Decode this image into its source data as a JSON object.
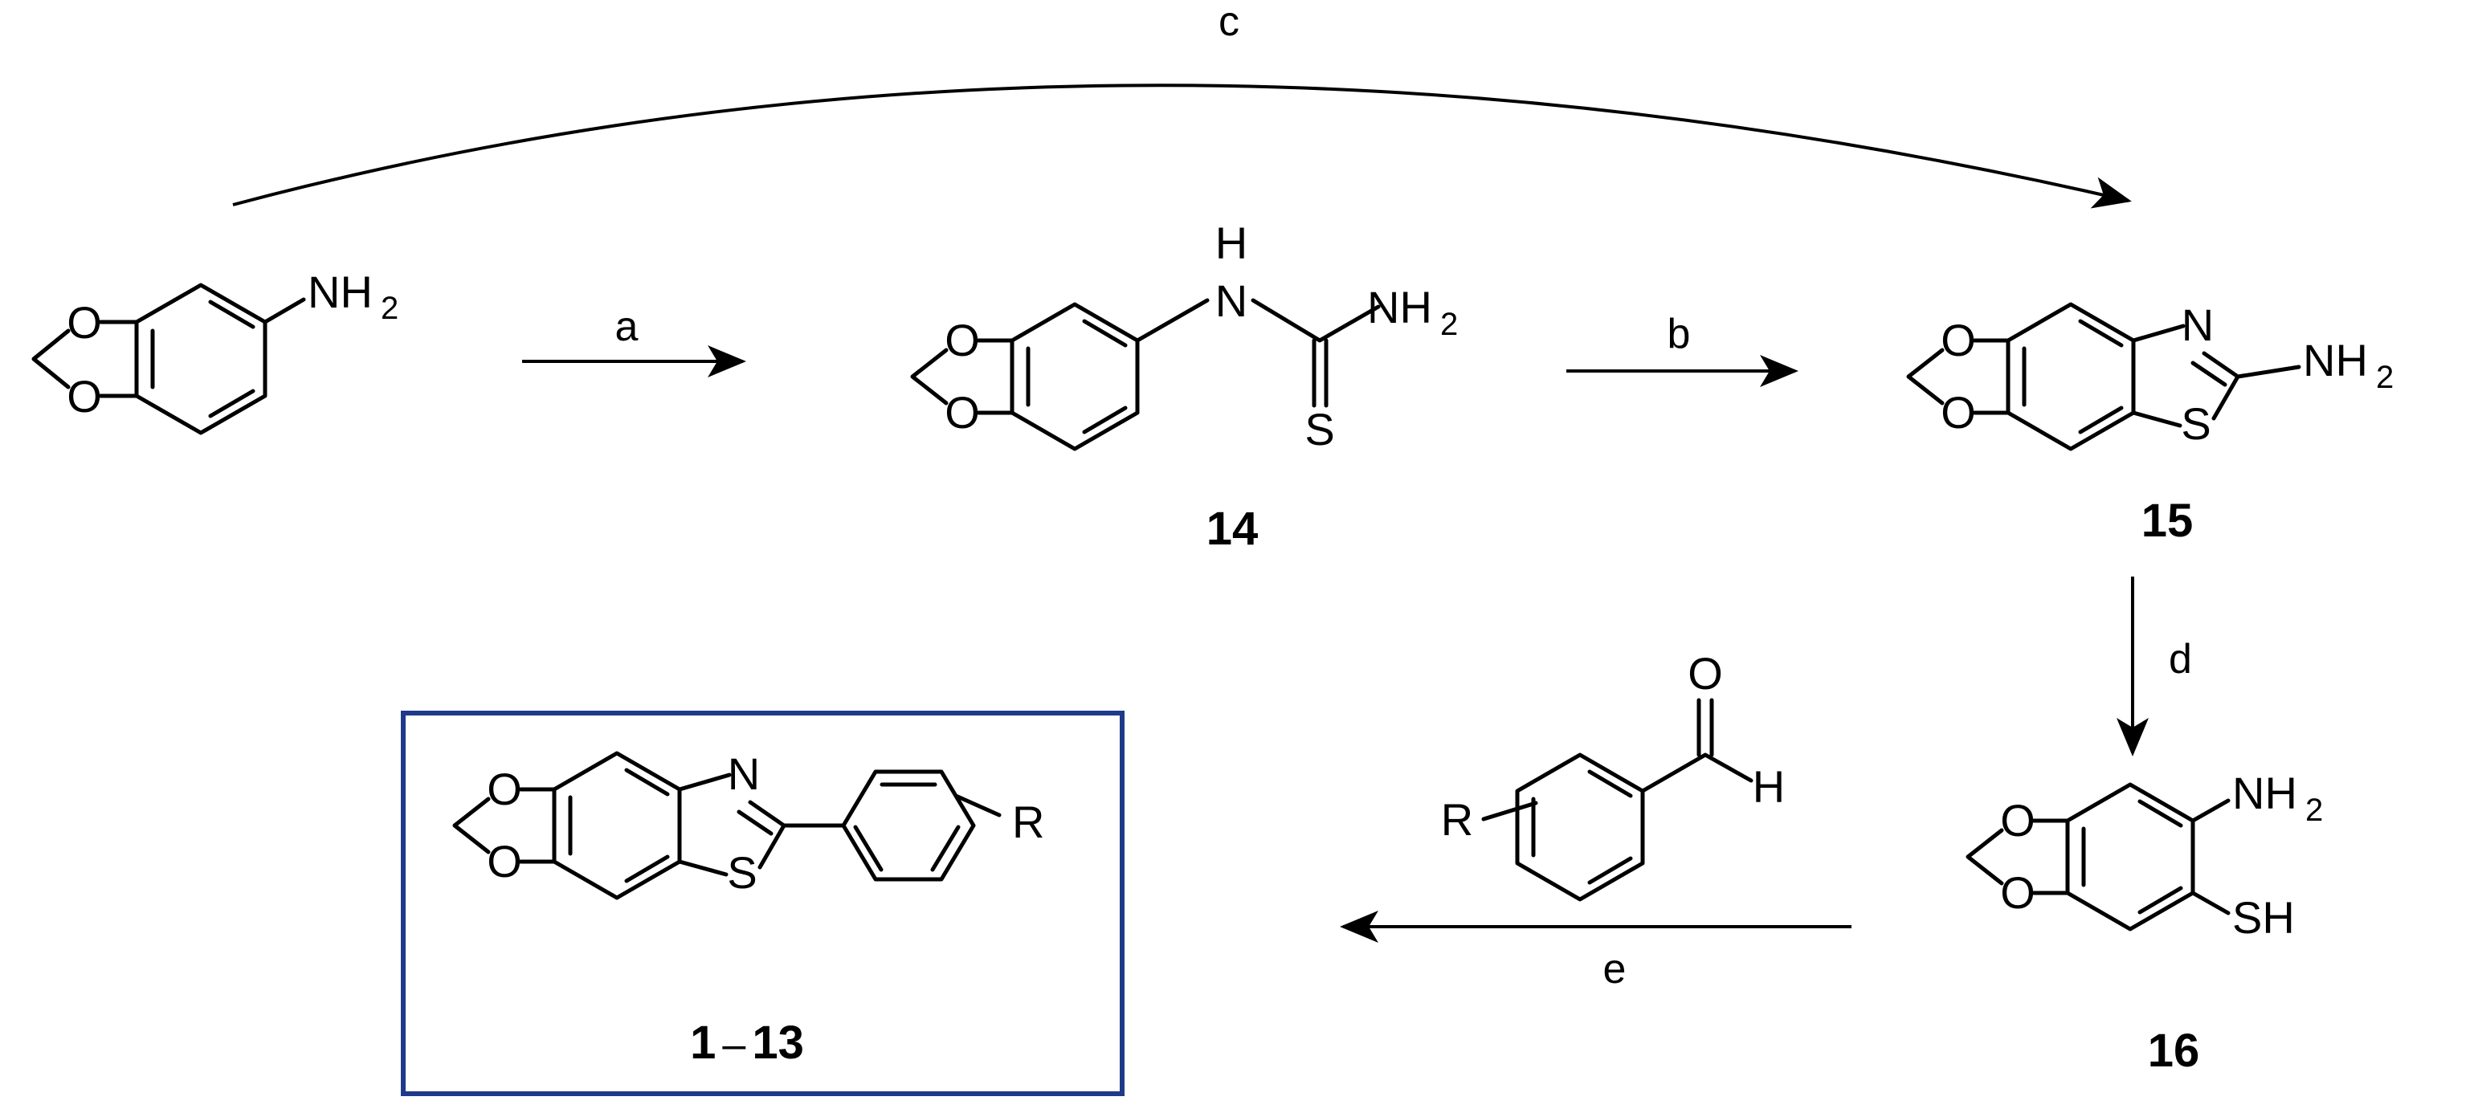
{
  "atoms": {
    "O": "O",
    "N": "N",
    "S": "S",
    "H": "H",
    "NH": "NH",
    "two": "2",
    "SH": "SH",
    "R": "R"
  },
  "steps": {
    "a": "a",
    "b": "b",
    "c": "c",
    "d": "d",
    "e": "e"
  },
  "compounds": {
    "c14": "14",
    "c15": "15",
    "c16": "16",
    "products_start": "1",
    "products_dash": "–",
    "products_end": "13"
  },
  "colors": {
    "box": "#1f3a8a",
    "ink": "#000000"
  }
}
